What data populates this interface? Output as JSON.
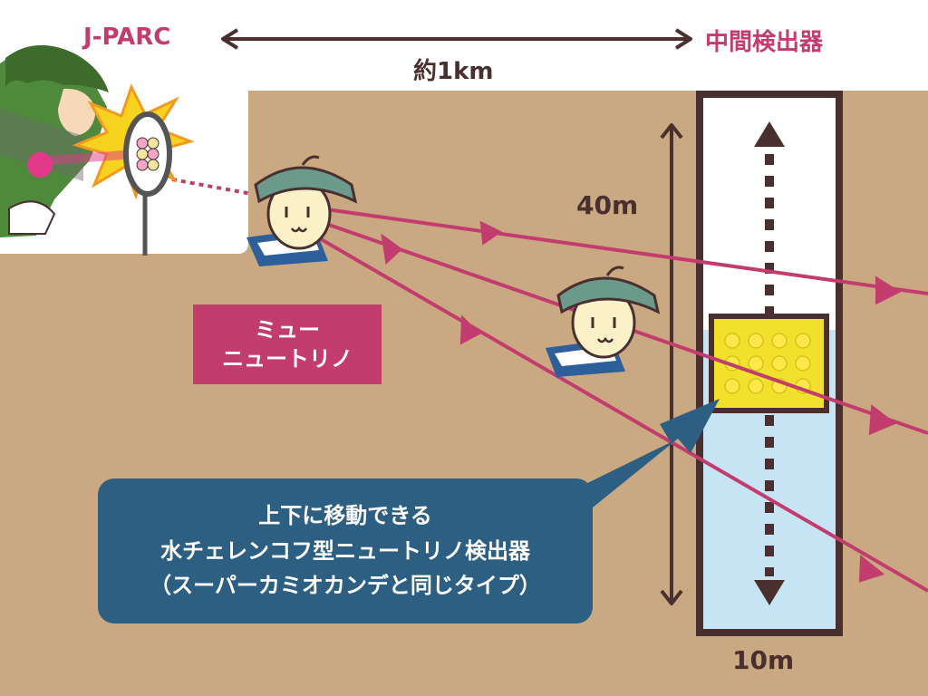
{
  "labels": {
    "source": "J-PARC",
    "near_detector": "中間検出器",
    "distance": "約1km",
    "height": "40m",
    "width": "10m"
  },
  "muon_neutrino": {
    "line1": "ミュー",
    "line2": "ニュートリノ"
  },
  "callout": {
    "line1": "上下に移動できる",
    "line2": "水チェレンコフ型ニュートリノ検出器",
    "line3": "（スーパーカミオカンデと同じタイプ）"
  },
  "colors": {
    "ground": "#c9a882",
    "beam": "#c23c6e",
    "dark": "#4a2f2f",
    "callout": "#2d5f82",
    "water": "#c6e4f4",
    "yellow": "#f2e12c"
  }
}
